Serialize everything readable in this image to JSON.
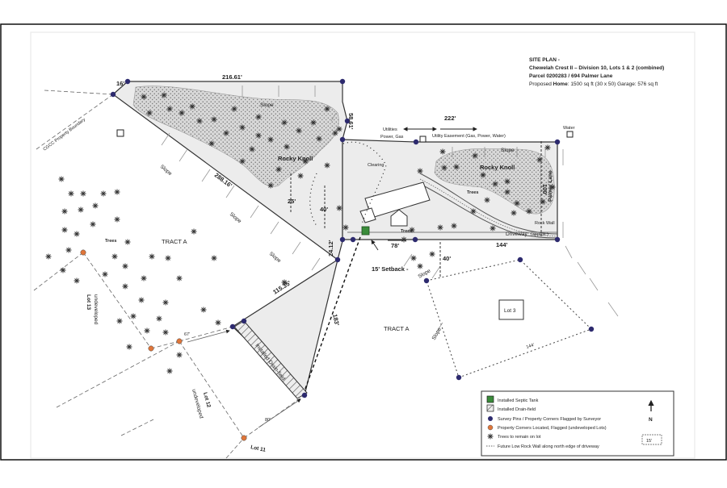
{
  "title_block": {
    "line1": "SITE PLAN -",
    "line2": "Chewelah Crest II – Division 10, Lots 1 & 2 (combined)",
    "line3": "Parcel 0200283 / 694 Palmer Lane",
    "line4_prefix": "Proposed ",
    "line4_bold": "Home",
    "line4_rest": ": 1500 sq ft (30 x 50) Garage: 576 sq ft"
  },
  "dimensions": {
    "north_west": "16'",
    "north": "216.61'",
    "east_upper": "58.61'",
    "diagonal": "288.16'",
    "east_lower": "24.12'",
    "south_east": "115.35'",
    "drain_line": "183'",
    "knoll_gap": "25'",
    "clearing_gap": "40'",
    "lot2_top": "222'",
    "lot2_right": "100'",
    "lot2_bottom": "144'",
    "setback_gap": "78'",
    "setback": "15' Setback -",
    "lot3_gap": "40'",
    "pin_67": "67'",
    "pin_80": "80'",
    "lot3_side": "144'"
  },
  "labels": {
    "property_boundary": "CGCC Property Boundary",
    "slope": "Slope",
    "rocky_knoll": "Rocky Knoll",
    "clearing": "Clearing",
    "utilities_1": "Utilities",
    "utilities_2": "Power, Gas",
    "utility_easement": "Utility Easement (Gas, Power, Water)",
    "water": "Water",
    "trees": "Trees",
    "rock_wall": "Rock Wall",
    "driveway": "Driveway",
    "driveway_note": "(approx.)",
    "palmer_lane": "Palmer Lane",
    "tract_a": "TRACT A",
    "drain_field": "Installed Drain-field",
    "lot_3": "Lot 3",
    "lot_13": "Lot 13",
    "lot_12": "Lot 12",
    "lot_11": "Lot 11",
    "undeveloped": "undeveloped"
  },
  "legend": {
    "items": [
      {
        "text": "Installed Septic Tank",
        "icon": "septic-tank-swatch"
      },
      {
        "text": "Installed Drain-field",
        "icon": "drain-field-swatch"
      },
      {
        "text": "Survey Pins / Property Corners Flagged by Surveyor",
        "icon": "blue-pin-icon"
      },
      {
        "text": "Property Corners Located, Flagged (undeveloped Lots)",
        "icon": "orange-pin-icon"
      },
      {
        "text": "Trees to remain on lot",
        "icon": "tree-icon"
      },
      {
        "text": "Future Low Rock Wall along north edge of driveway",
        "icon": "rock-wall-line"
      }
    ],
    "north": "N",
    "scale": "15'"
  },
  "colors": {
    "survey_pin": "#2d2a6e",
    "undeveloped_pin": "#e0763a",
    "septic_tank": "#3a8c3a",
    "lot_fill": "#e9e9e9",
    "knoll_fill": "#a9a9a9"
  }
}
